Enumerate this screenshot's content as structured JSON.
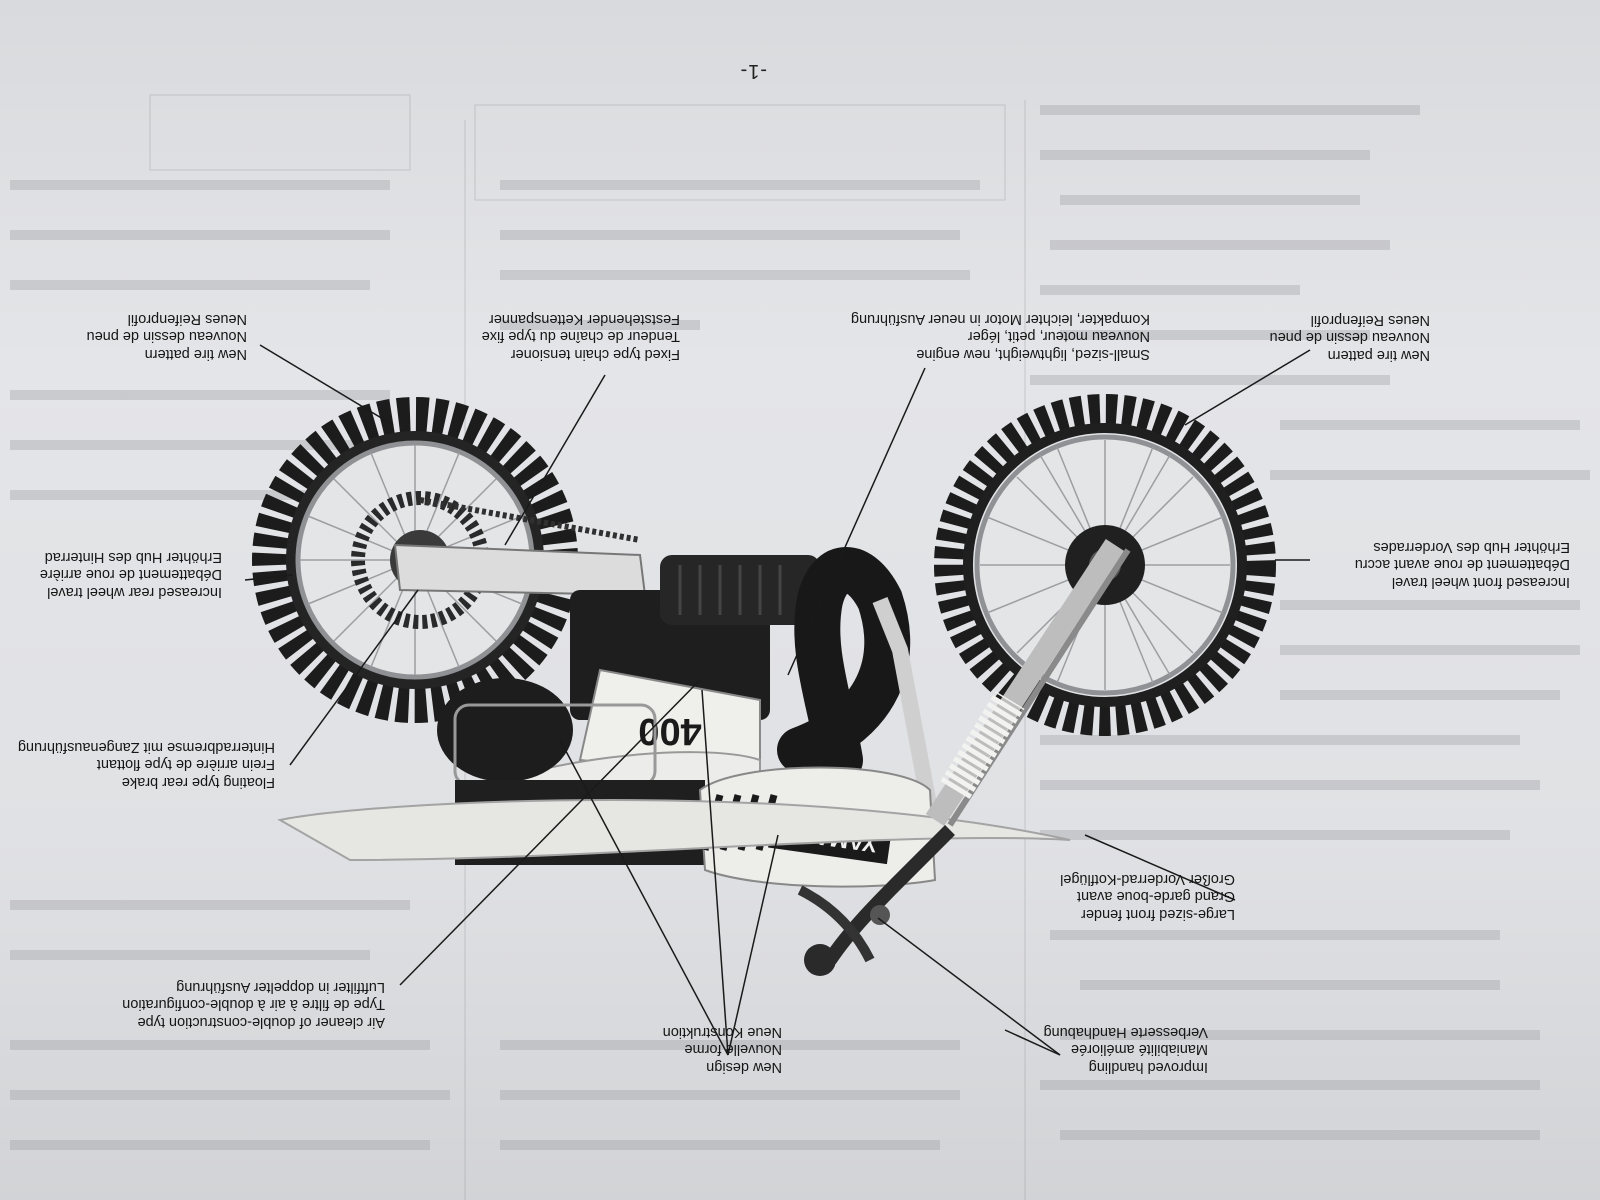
{
  "page_number": "-1-",
  "callouts": [
    {
      "id": "front-tire",
      "lines": [
        "New tire pattern",
        "Nouveau dessin de pneu",
        "Neues Reifenprofil"
      ]
    },
    {
      "id": "front-wheel-travel",
      "lines": [
        "Increased front wheel travel",
        "Débattement de roue avant accru",
        "Erhöhter Hub des Vorderrades"
      ]
    },
    {
      "id": "front-fender",
      "lines": [
        "Large-sized front fender",
        "Grand garde-boue avant",
        "Großer Vorderrad-Kotflügel"
      ]
    },
    {
      "id": "handling",
      "lines": [
        "Improved handling",
        "Maniabilité améliorée",
        "Verbesserte Handhabung"
      ]
    },
    {
      "id": "new-design",
      "lines": [
        "New design",
        "Nouvelle forme",
        "Neue Konstruktion"
      ]
    },
    {
      "id": "air-cleaner",
      "lines": [
        "Air cleaner of double-construction type",
        "Type de filtre à air à double-configuration",
        "Luftfilter in doppelter Ausführung"
      ]
    },
    {
      "id": "rear-brake",
      "lines": [
        "Floating type rear brake",
        "Frein arrière de type flottant",
        "Hinterradbremse mit Zangenausführung"
      ]
    },
    {
      "id": "rear-wheel-travel",
      "lines": [
        "Increased rear wheel travel",
        "Débattement de roue arrière",
        "Erhöhter Hub des Hinterrad"
      ]
    },
    {
      "id": "rear-tire",
      "lines": [
        "New tire pattern",
        "Nouveau dessin de pneu",
        "Neues Reifenprofil"
      ]
    },
    {
      "id": "chain-tensioner",
      "lines": [
        "Fixed type chain tensioner",
        "Tendeur de chaîne du type fixe",
        "Feststehender Kettenspanner"
      ]
    },
    {
      "id": "engine",
      "lines": [
        "Small-sized, lightweight, new engine",
        "Nouveau moteur, petit, léger",
        "Kompakter, leichter Motor in neuer Ausführung"
      ]
    }
  ],
  "bike": {
    "brand": "YAMAHA",
    "model_number": "400"
  },
  "colors": {
    "paper": "#e0e1e4",
    "ink": "#161616",
    "tire": "#1c1c1c",
    "plastic": "#ebebe8"
  }
}
